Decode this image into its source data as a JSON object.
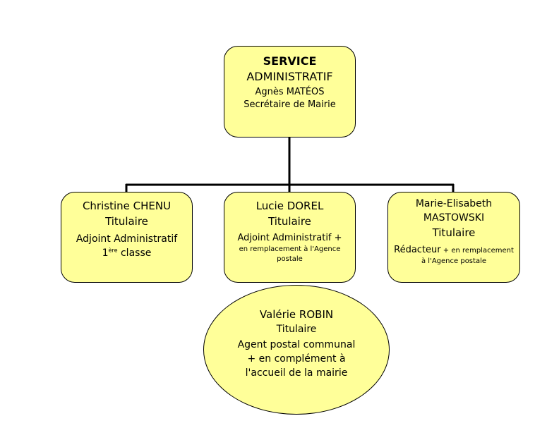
{
  "colors": {
    "box_fill": "#ffff99",
    "box_border": "#000000",
    "connector": "#000000"
  },
  "root": {
    "line1": "SERVICE",
    "line2": "ADMINISTRATIF",
    "name": "Agnès MATÉOS",
    "role": "Secrétaire de Mairie"
  },
  "children": [
    {
      "name": "Christine CHENU",
      "status": "Titulaire",
      "role": "Adjoint Administratif",
      "grade_number": "1",
      "grade_sup": "ère",
      "grade_rest": " classe"
    },
    {
      "name": "Lucie DOREL",
      "status": "Titulaire",
      "role": "Adjoint Administratif +",
      "note_line1": "en remplacement à l'Agence",
      "note_line2": "postale"
    },
    {
      "name_line1": "Marie-Elisabeth",
      "name_line2": "MASTOWSKI",
      "status": "Titulaire",
      "role": "Rédacteur",
      "role_suffix": " + en remplacement",
      "note_line2": "à l'Agence postale"
    }
  ],
  "sub": {
    "name": "Valérie ROBIN",
    "status": "Titulaire",
    "role_line1": "Agent postal communal",
    "role_line2": "+ en complément à",
    "role_line3": "l'accueil de la mairie"
  }
}
